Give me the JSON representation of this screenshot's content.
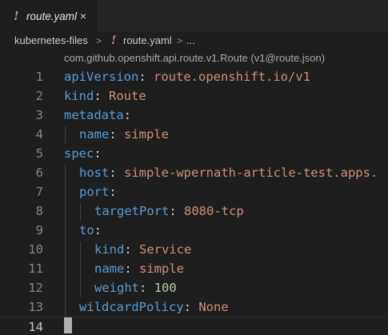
{
  "tab": {
    "icon": "!",
    "icon_name": "yaml-exclamation-icon",
    "label": "route.yaml",
    "close": "×"
  },
  "breadcrumb": {
    "folder": "kubernetes-files",
    "sep1": ">",
    "file_icon": "!",
    "file": "route.yaml",
    "sep2": ">",
    "more": "..."
  },
  "schema_hint": "com.github.openshift.api.route.v1.Route (v1@route.json)",
  "editor": {
    "current_line": 14,
    "lines": [
      {
        "num": "1",
        "key": "apiVersion",
        "colon": ":",
        "value": "route.openshift.io/v1"
      },
      {
        "num": "2",
        "key": "kind",
        "colon": ":",
        "value": "Route"
      },
      {
        "num": "3",
        "key": "metadata",
        "colon": ":",
        "value": ""
      },
      {
        "num": "4",
        "key": "name",
        "colon": ":",
        "value": "simple"
      },
      {
        "num": "5",
        "key": "spec",
        "colon": ":",
        "value": ""
      },
      {
        "num": "6",
        "key": "host",
        "colon": ":",
        "value": "simple-wpernath-article-test.apps."
      },
      {
        "num": "7",
        "key": "port",
        "colon": ":",
        "value": ""
      },
      {
        "num": "8",
        "key": "targetPort",
        "colon": ":",
        "value": "8080-tcp"
      },
      {
        "num": "9",
        "key": "to",
        "colon": ":",
        "value": ""
      },
      {
        "num": "10",
        "key": "kind",
        "colon": ":",
        "value": "Service"
      },
      {
        "num": "11",
        "key": "name",
        "colon": ":",
        "value": "simple"
      },
      {
        "num": "12",
        "key": "weight",
        "colon": ":",
        "value": "100"
      },
      {
        "num": "13",
        "key": "wildcardPolicy",
        "colon": ":",
        "value": "None"
      },
      {
        "num": "14",
        "key": "",
        "colon": "",
        "value": ""
      }
    ]
  },
  "colors": {
    "key": "#569cd6",
    "string": "#ce9178",
    "number": "#b5cea8",
    "yaml_icon": "#c586c0"
  }
}
